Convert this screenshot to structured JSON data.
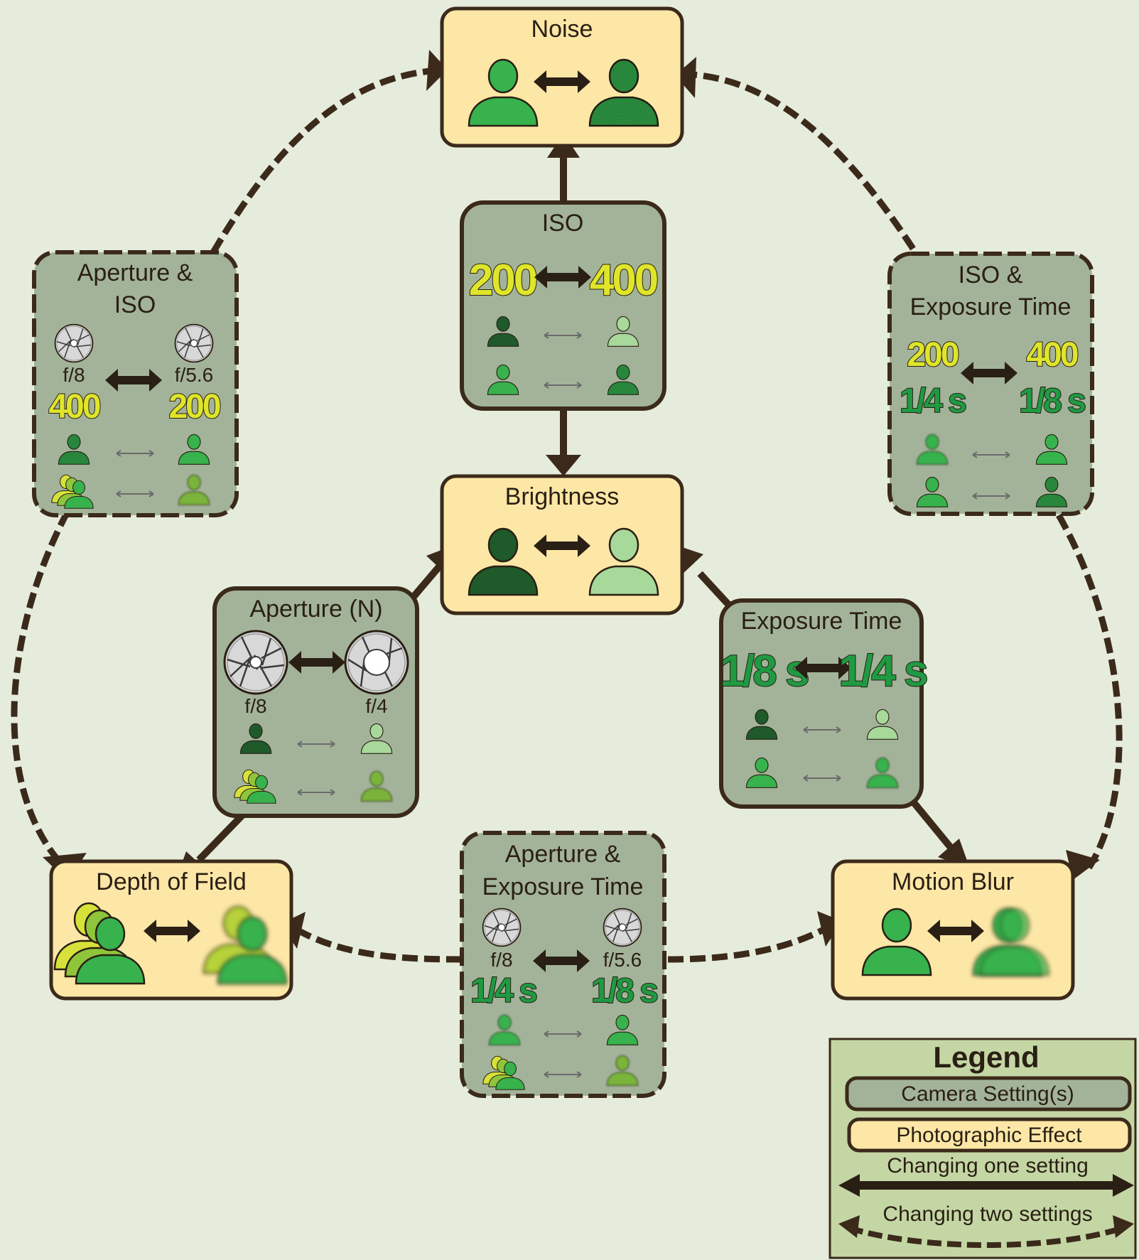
{
  "colors": {
    "background": "#e6ecdc",
    "setting_box": "#a3b39a",
    "effect_box": "#fde7a6",
    "border": "#3b2a1a",
    "person_dark": "#1f5a2a",
    "person_mid": "#37b24d",
    "person_light": "#a7d99a",
    "iso_text": "#dfe52a",
    "time_text": "#1f9a43",
    "legend_bg": "#c4d6a4"
  },
  "effects": {
    "noise": "Noise",
    "brightness": "Brightness",
    "depth_of_field": "Depth of Field",
    "motion_blur": "Motion Blur"
  },
  "settings": {
    "iso": {
      "title": "ISO",
      "left": "200",
      "right": "400"
    },
    "aperture": {
      "title": "Aperture (N)",
      "left": "f/8",
      "right": "f/4"
    },
    "exposure": {
      "title": "Exposure Time",
      "left": "1/8 s",
      "right": "1/4 s"
    },
    "aperture_iso": {
      "title_line1": "Aperture &",
      "title_line2": "ISO",
      "left_f": "f/8",
      "left_iso": "400",
      "right_f": "f/5.6",
      "right_iso": "200"
    },
    "iso_exposure": {
      "title_line1": "ISO &",
      "title_line2": "Exposure Time",
      "left_iso": "200",
      "left_time": "1/4 s",
      "right_iso": "400",
      "right_time": "1/8 s"
    },
    "aperture_exposure": {
      "title_line1": "Aperture &",
      "title_line2": "Exposure Time",
      "left_f": "f/8",
      "left_time": "1/4 s",
      "right_f": "f/5.6",
      "right_time": "1/8 s"
    }
  },
  "legend": {
    "title": "Legend",
    "camera_settings": "Camera Setting(s)",
    "photographic_effect": "Photographic Effect",
    "one_setting": "Changing one setting",
    "two_settings": "Changing two settings"
  },
  "icons": [
    "aperture-icon",
    "person-icon",
    "double-arrow-icon"
  ]
}
